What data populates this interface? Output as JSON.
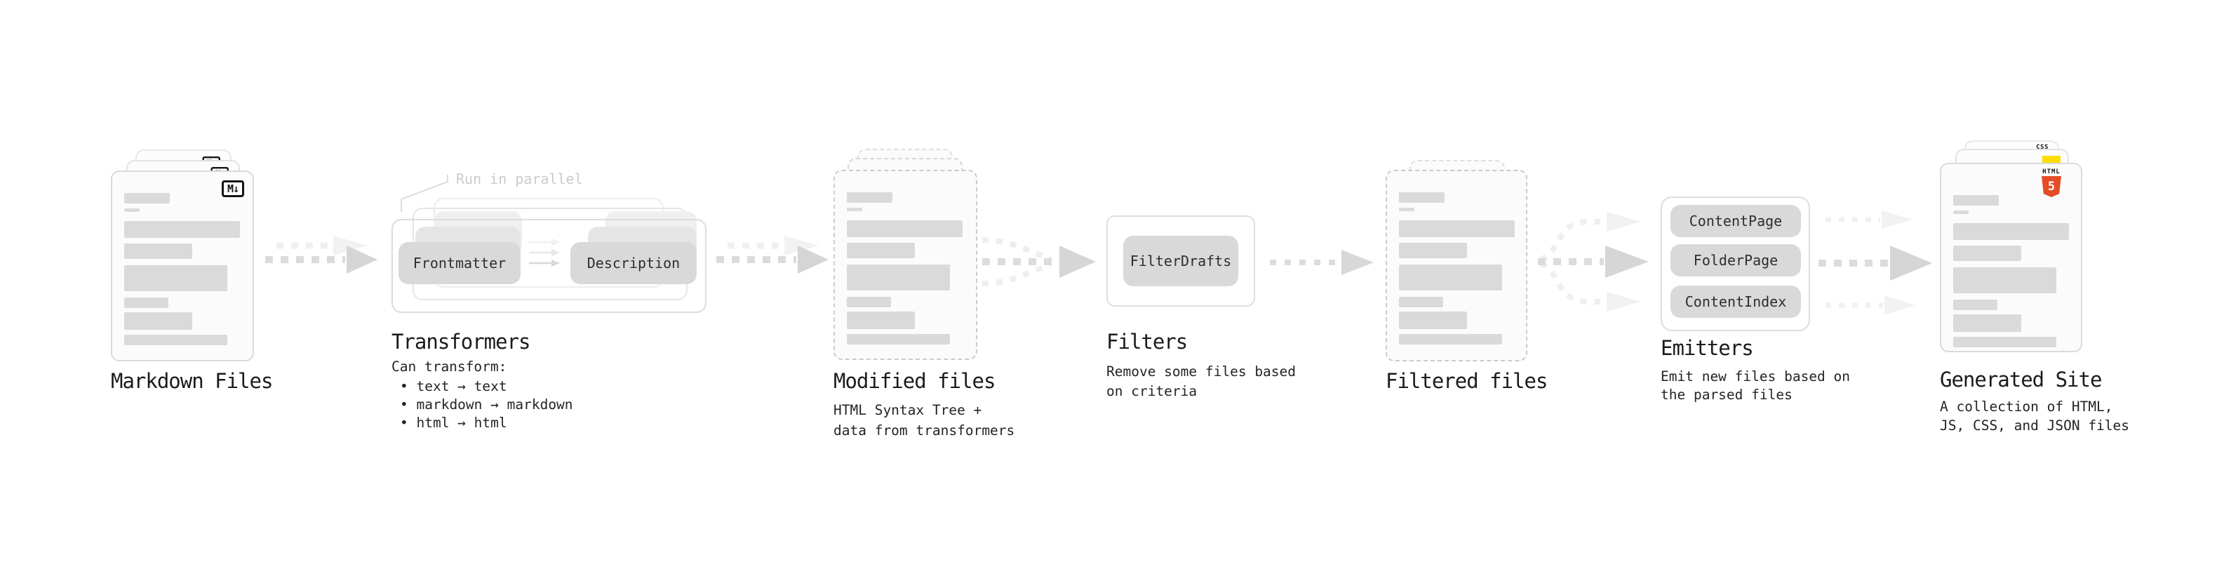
{
  "diagram": {
    "name": "Static site generation pipeline",
    "colors": {
      "background": "#ffffff",
      "card_border": "#dadada",
      "skeleton": "#dadada",
      "pill_bg": "#d9d9d9",
      "label_text": "#1b1b1b",
      "caption_text": "#242424",
      "note_text": "#cbcbcb",
      "arrow": "#dcdcdc",
      "arrow_ghost": "#f0f0f0",
      "css_blue": "#2764e7",
      "js_yellow": "#ffdd00",
      "html5_orange": "#e44d26"
    }
  },
  "nodes": {
    "markdown_files": {
      "label": "Markdown Files",
      "badge": "M↓"
    },
    "transformers": {
      "label": "Transformers",
      "note": "Run in parallel",
      "pills": [
        "Frontmatter",
        "Description"
      ],
      "caption_title": "Can transform:",
      "bullets": [
        "• text → text",
        "• markdown → markdown",
        "• html → html"
      ]
    },
    "modified_files": {
      "label": "Modified files",
      "caption": "HTML Syntax Tree +\ndata from transformers"
    },
    "filters": {
      "label": "Filters",
      "pills": [
        "FilterDrafts"
      ],
      "caption": "Remove some files based\non criteria"
    },
    "filtered_files": {
      "label": "Filtered files"
    },
    "emitters": {
      "label": "Emitters",
      "pills": [
        "ContentPage",
        "FolderPage",
        "ContentIndex"
      ],
      "caption": "Emit new files based on\nthe parsed files"
    },
    "generated_site": {
      "label": "Generated Site",
      "caption": "A collection of HTML,\nJS, CSS, and JSON files",
      "badges": {
        "css_word": "CSS",
        "html_word": "HTML",
        "html_number": "5"
      }
    }
  }
}
